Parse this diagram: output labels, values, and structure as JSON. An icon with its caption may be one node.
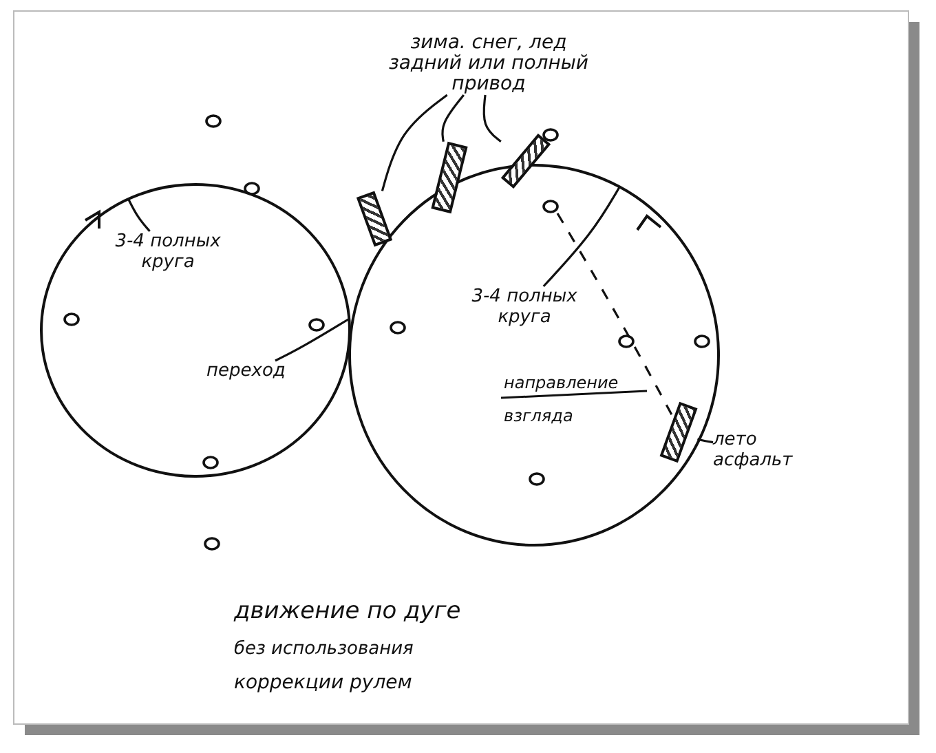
{
  "diagram": {
    "nodes": [
      {
        "text": [
          "зима. снег, лед задний или полный привод"
        ]
      },
      {
        "text": [],
        "shape": "bar"
      },
      {
        "text": [],
        "shape": "bar"
      },
      {
        "text": [],
        "shape": "bar"
      },
      {
        "text": [
          "3-4 полных круга"
        ]
      },
      {
        "text": [
          "3-4 полных круга"
        ]
      },
      {
        "text": [
          "переход"
        ]
      },
      {
        "text": [
          "лето асфальт"
        ]
      },
      {
        "text": [],
        "shape": "bar"
      }
    ],
    "edges": [
      {
        "from": 0,
        "to": 1,
        "arrow": "none"
      },
      {
        "from": 0,
        "to": 2,
        "arrow": "none"
      },
      {
        "from": 0,
        "to": 3,
        "arrow": "none"
      },
      {
        "from": 4,
        "to": null,
        "arrow": "none"
      },
      {
        "from": 5,
        "to": null,
        "arrow": "none"
      },
      {
        "from": 6,
        "to": null,
        "arrow": "none"
      },
      {
        "from": 7,
        "to": 8,
        "arrow": "none"
      }
    ],
    "labels": [
      "направление взгляда",
      "движение по дуге",
      "без использования",
      "коррекции рулем"
    ]
  }
}
